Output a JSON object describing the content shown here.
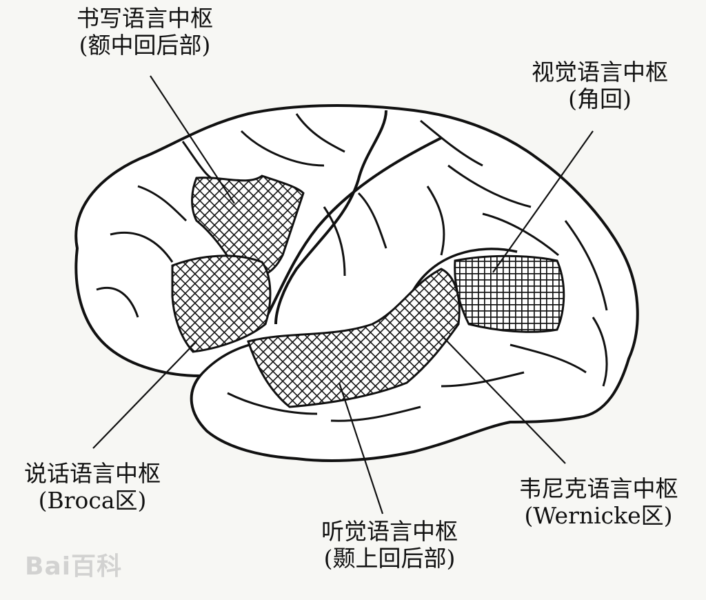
{
  "labels": {
    "writing": {
      "line1": "书写语言中枢",
      "line2": "(额中回后部)"
    },
    "visual": {
      "line1": "视觉语言中枢",
      "line2": "(角回)"
    },
    "speech": {
      "line1": "说话语言中枢",
      "line2": "(Broca区)"
    },
    "auditory": {
      "line1": "听觉语言中枢",
      "line2": "(颞上回后部)"
    },
    "wernicke": {
      "line1": "韦尼克语言中枢",
      "line2": "(Wernicke区)"
    }
  },
  "watermark": "Bai百科"
}
